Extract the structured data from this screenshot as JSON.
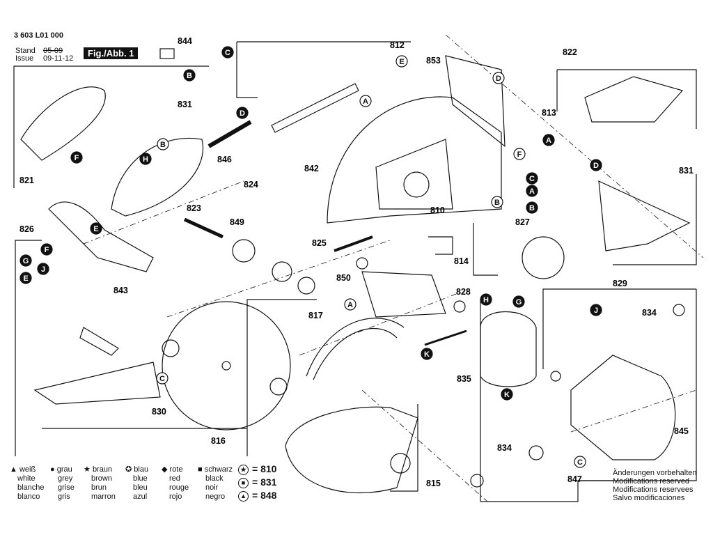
{
  "header": {
    "doc_number": "3 603 L01 000",
    "stand_label": "Stand",
    "issue_label": "Issue",
    "old_date": "05-09",
    "issue_date": "09-11-12",
    "figure_label": "Fig./Abb. 1"
  },
  "part_labels": [
    "844",
    "812",
    "853",
    "822",
    "813",
    "831",
    "846",
    "821",
    "842",
    "824",
    "831",
    "823",
    "849",
    "810",
    "827",
    "826",
    "825",
    "814",
    "850",
    "843",
    "828",
    "829",
    "817",
    "834",
    "835",
    "830",
    "816",
    "845",
    "834",
    "847",
    "815"
  ],
  "callouts": [
    {
      "letter": "C",
      "filled": true
    },
    {
      "letter": "B",
      "filled": true
    },
    {
      "letter": "D",
      "filled": true
    },
    {
      "letter": "B",
      "filled": false
    },
    {
      "letter": "F",
      "filled": true
    },
    {
      "letter": "H",
      "filled": true
    },
    {
      "letter": "E",
      "filled": false
    },
    {
      "letter": "D",
      "filled": false
    },
    {
      "letter": "A",
      "filled": false
    },
    {
      "letter": "F",
      "filled": false
    },
    {
      "letter": "A",
      "filled": true
    },
    {
      "letter": "C",
      "filled": true
    },
    {
      "letter": "A",
      "filled": true
    },
    {
      "letter": "B",
      "filled": true
    },
    {
      "letter": "D",
      "filled": true
    },
    {
      "letter": "B",
      "filled": false
    },
    {
      "letter": "E",
      "filled": true
    },
    {
      "letter": "F",
      "filled": true
    },
    {
      "letter": "G",
      "filled": true
    },
    {
      "letter": "J",
      "filled": true
    },
    {
      "letter": "E",
      "filled": true
    },
    {
      "letter": "A",
      "filled": false
    },
    {
      "letter": "H",
      "filled": true
    },
    {
      "letter": "G",
      "filled": true
    },
    {
      "letter": "K",
      "filled": true
    },
    {
      "letter": "J",
      "filled": true
    },
    {
      "letter": "K",
      "filled": true
    },
    {
      "letter": "C",
      "filled": false
    },
    {
      "letter": "C",
      "filled": false
    }
  ],
  "legend": [
    {
      "symbol": "▲",
      "de": "weiß",
      "en": "white",
      "fr": "blanche",
      "es": "blanco"
    },
    {
      "symbol": "●",
      "de": "grau",
      "en": "grey",
      "fr": "grise",
      "es": "gris"
    },
    {
      "symbol": "★",
      "de": "braun",
      "en": "brown",
      "fr": "brun",
      "es": "marron"
    },
    {
      "symbol": "✪",
      "de": "blau",
      "en": "blue",
      "fr": "bleu",
      "es": "azul"
    },
    {
      "symbol": "◆",
      "de": "rote",
      "en": "red",
      "fr": "rouge",
      "es": "rojo"
    },
    {
      "symbol": "■",
      "de": "schwarz",
      "en": "black",
      "fr": "noir",
      "es": "negro"
    }
  ],
  "kit_keys": [
    {
      "symbol": "★",
      "text": "= 810"
    },
    {
      "symbol": "■",
      "text": "= 831"
    },
    {
      "symbol": "▲",
      "text": "= 848"
    }
  ],
  "notes": [
    "Änderungen vorbehalten",
    "Modifications reserved",
    "Modifications reservees",
    "Salvo modificaciones"
  ]
}
